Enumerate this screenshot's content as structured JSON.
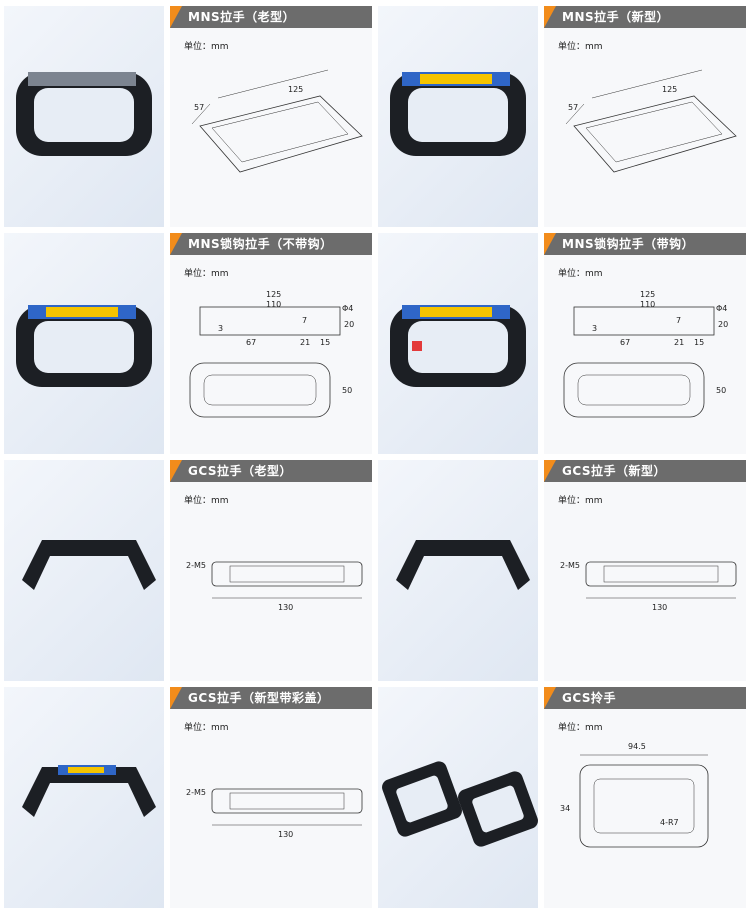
{
  "unit_label": "单位：mm",
  "products": [
    {
      "title": "MNS拉手（老型）",
      "dims": [
        "57",
        "125"
      ]
    },
    {
      "title": "MNS拉手（新型）",
      "dims": [
        "57",
        "125"
      ]
    },
    {
      "title": "MNS锁钩拉手（不带钩）",
      "dims": [
        "125",
        "110",
        "Φ4",
        "7",
        "20",
        "3",
        "67",
        "21",
        "15",
        "50"
      ]
    },
    {
      "title": "MNS锁钩拉手（带钩）",
      "dims": [
        "125",
        "110",
        "Φ4",
        "7",
        "20",
        "3",
        "67",
        "21",
        "15",
        "50"
      ]
    },
    {
      "title": "GCS拉手（老型）",
      "dims": [
        "2-M5",
        "130"
      ]
    },
    {
      "title": "GCS拉手（新型）",
      "dims": [
        "2-M5",
        "130"
      ]
    },
    {
      "title": "GCS拉手（新型带彩盖）",
      "dims": [
        "2-M5",
        "130"
      ]
    },
    {
      "title": "GCS拎手",
      "dims": [
        "94.5",
        "34",
        "4-R7"
      ]
    }
  ]
}
